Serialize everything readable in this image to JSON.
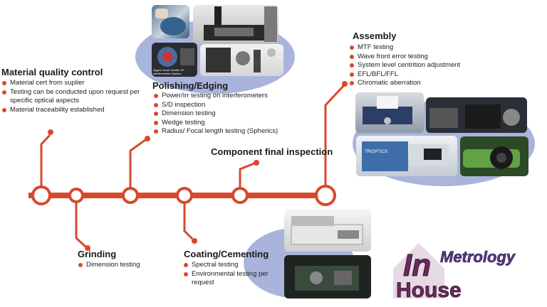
{
  "stages": {
    "material": {
      "title": "Material quality control",
      "items": [
        "Material cert from suplier",
        "Testing can be conducted upon request per specific optical aspects",
        "Material traceability established"
      ]
    },
    "grinding": {
      "title": "Grinding",
      "items": [
        "Dimension testing"
      ]
    },
    "polishing": {
      "title": "Polishing/Edging",
      "items": [
        "Power/Irr testing on interferometers",
        "S/D inspection",
        "Dimension testing",
        "Wedge testing",
        "Radius/ Focal length testing (Spherics)"
      ]
    },
    "coating": {
      "title": "Coating/Cementing",
      "items": [
        "Spectral testing",
        "Environmental testing per request"
      ]
    },
    "component": {
      "title": "Component final inspection"
    },
    "assembly": {
      "title": "Assembly",
      "items": [
        "MTF testing",
        "Wave front error testing",
        "System level centrition adjustment",
        "EFL/BFL/FFL",
        "Chromatic aberration"
      ]
    }
  },
  "logo": {
    "in": "In",
    "house": "House",
    "metrology": "Metrology"
  },
  "photo_caption": "Zygo's 4-inch Verifire XP interferometer System",
  "brand_label": "TRIOPTICS",
  "colors": {
    "accent": "#d9482b",
    "bubble": "#a9b4dc",
    "logo_fill": "#7b2f66"
  }
}
